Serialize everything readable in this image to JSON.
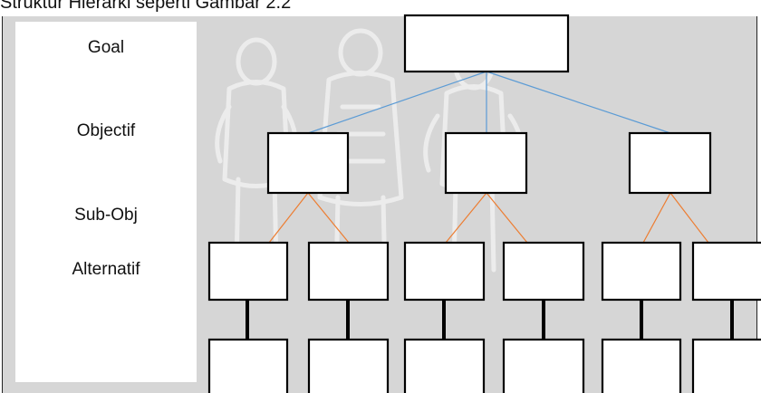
{
  "caption": "Struktur Hierarki seperti Gambar 2.2",
  "levels": {
    "goal": "Goal",
    "objective": "Objectif",
    "sub_objective": "Sub-Obj",
    "alternative": "Alternatif"
  },
  "colors": {
    "background_panel": "#d6d6d6",
    "box_fill": "#ffffff",
    "box_stroke": "#000000",
    "goal_connector": "#5b9bd5",
    "objective_connector": "#ed7d31",
    "alternative_connector": "#000000"
  }
}
